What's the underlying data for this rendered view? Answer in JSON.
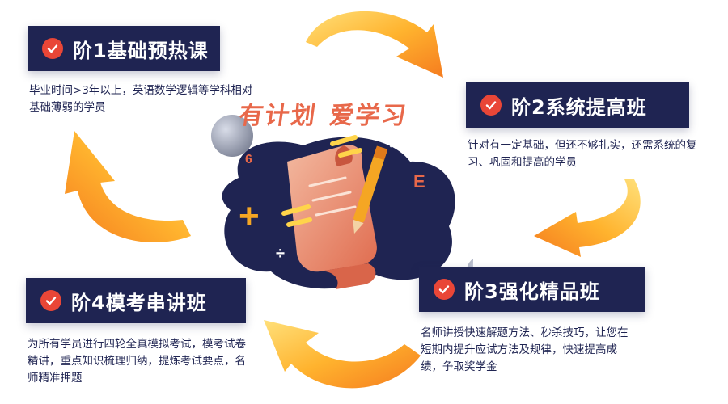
{
  "slogan": {
    "part1": "有计划",
    "part2": "爱学习"
  },
  "stages": [
    {
      "title": "阶1基础预热课",
      "desc": "毕业时间>3年以上，英语数学逻辑等学科相对基础薄弱的学员"
    },
    {
      "title": "阶2系统提高班",
      "desc": "针对有一定基础，但还不够扎实，还需系统的复习、巩固和提高的学员"
    },
    {
      "title": "阶3强化精品班",
      "desc": "名师讲授快速解题方法、秒杀技巧，让您在短期内提升应试方法及规律，快速提高成绩，争取奖学金"
    },
    {
      "title": "阶4模考串讲班",
      "desc": "为所有学员进行四轮全真模拟考试，模考试卷精讲，重点知识梳理归纳，提炼考试要点，名师精准押题"
    }
  ],
  "art_glyphs": {
    "six": "6",
    "times": "×",
    "e": "E",
    "plus": "+",
    "divide": "÷"
  },
  "colors": {
    "navy": "#1f2452",
    "red": "#e94637",
    "orange": "#f5a623",
    "yellow": "#ffd44a",
    "slogan": "#e8684a"
  },
  "icons": [
    "check-circle-icon",
    "curved-arrow-icon",
    "scroll-icon",
    "pen-icon"
  ]
}
